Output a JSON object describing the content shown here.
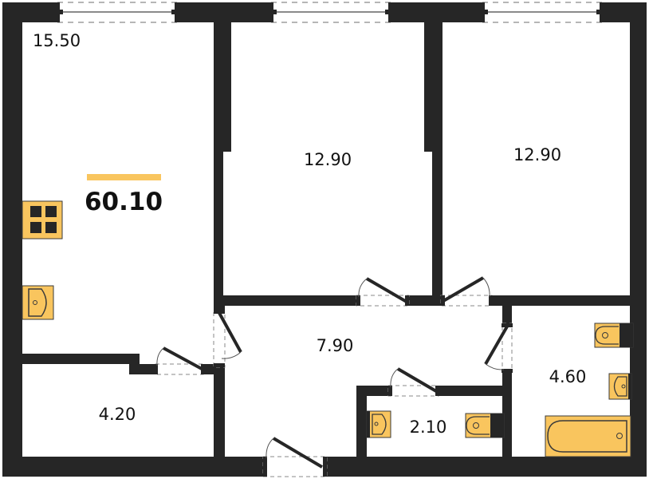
{
  "plan": {
    "total_area": "60.10",
    "colors": {
      "wall": "#262626",
      "fixture": "#F9C55E",
      "accent_bar": "#F9C55E",
      "background": "#FFFFFF",
      "dash": "#8A8A8A"
    },
    "rooms": [
      {
        "id": "kitchen-living",
        "area": "15.50"
      },
      {
        "id": "bedroom-1",
        "area": "12.90"
      },
      {
        "id": "bedroom-2",
        "area": "12.90"
      },
      {
        "id": "hallway",
        "area": "7.90"
      },
      {
        "id": "storage",
        "area": "4.20"
      },
      {
        "id": "toilet",
        "area": "2.10"
      },
      {
        "id": "bathroom",
        "area": "4.60"
      }
    ],
    "fixtures": [
      {
        "type": "stove-icon",
        "room": "kitchen-living"
      },
      {
        "type": "sink-icon",
        "room": "kitchen-living"
      },
      {
        "type": "sink-icon",
        "room": "toilet"
      },
      {
        "type": "toilet-icon",
        "room": "toilet"
      },
      {
        "type": "toilet-icon",
        "room": "bathroom"
      },
      {
        "type": "sink-icon",
        "room": "bathroom"
      },
      {
        "type": "bathtub-icon",
        "room": "bathroom"
      }
    ]
  }
}
